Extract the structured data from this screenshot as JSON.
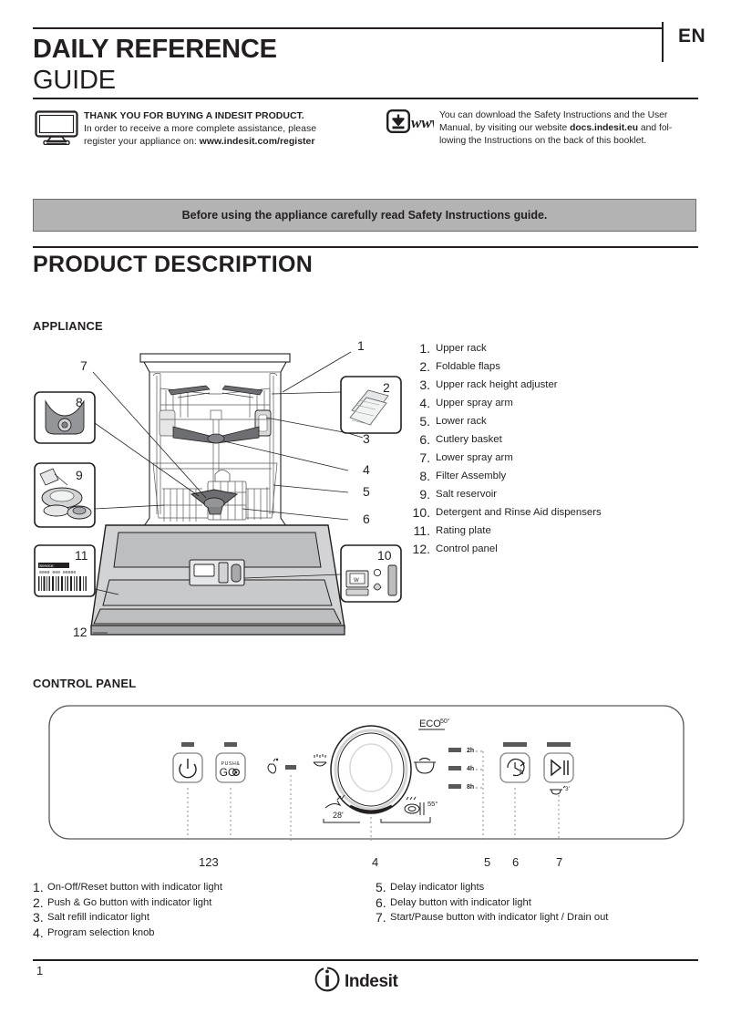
{
  "header": {
    "title_line1": "DAILY REFERENCE",
    "title_line2": "GUIDE",
    "language": "EN"
  },
  "thank_you": {
    "heading": "THANK YOU FOR BUYING A INDESIT PRODUCT.",
    "line1": "In order to receive a more complete assistance, please",
    "line2_prefix": "register your appliance on: ",
    "line2_link": "www.indesit.com/register",
    "icon": "monitor-icon"
  },
  "download": {
    "icon": "download-www-icon",
    "line1": "You can download the Safety Instructions and the User",
    "line2_prefix": "Manual, by visiting our website ",
    "line2_link": "docs.indesit.eu",
    "line2_suffix": " and fol-",
    "line3": "lowing the Instructions on the back of this booklet."
  },
  "safety_banner": {
    "text": "Before using the appliance carefully read Safety Instructions guide.",
    "bg_color": "#b3b3b3"
  },
  "product_description": {
    "heading": "PRODUCT  DESCRIPTION",
    "appliance_heading": "APPLIANCE",
    "control_panel_heading": "CONTROL PANEL"
  },
  "parts": [
    {
      "num": "1.",
      "label": "Upper rack"
    },
    {
      "num": "2.",
      "label": "Foldable flaps"
    },
    {
      "num": "3.",
      "label": "Upper rack height adjuster"
    },
    {
      "num": "4.",
      "label": "Upper spray arm"
    },
    {
      "num": "5.",
      "label": "Lower rack"
    },
    {
      "num": "6.",
      "label": "Cutlery basket"
    },
    {
      "num": "7.",
      "label": "Lower spray arm"
    },
    {
      "num": "8.",
      "label": "Filter Assembly"
    },
    {
      "num": "9.",
      "label": "Salt reservoir"
    },
    {
      "num": "10.",
      "label": "Detergent and Rinse Aid dispensers"
    },
    {
      "num": "11.",
      "label": "Rating plate"
    },
    {
      "num": "12.",
      "label": "Control panel"
    }
  ],
  "diagram": {
    "callouts": [
      "1",
      "2",
      "3",
      "4",
      "5",
      "6",
      "7",
      "8",
      "9",
      "10",
      "11",
      "12"
    ],
    "inset_labels": {
      "flaps": "2",
      "filter": "8",
      "salt": "9",
      "dispenser": "10",
      "rating_plate": "11"
    },
    "rating_plate_text": {
      "service": "Service:",
      "code": "0000 000 00000"
    }
  },
  "control_panel": {
    "buttons": {
      "power": "power-icon",
      "push_and_go_line1": "PUSH&",
      "push_and_go_line2": "GO",
      "delay": "delay-clock-icon",
      "start_pause": "start-pause-icon"
    },
    "programs": {
      "eco": "ECO",
      "eco_temp": "50°",
      "rapid": "28'",
      "intensive_temp": "55°"
    },
    "delay_options": [
      "2h",
      "4h",
      "8h"
    ],
    "drain_label": "3'",
    "marker_numbers_left": "123",
    "marker_number_knob": "4",
    "marker_numbers_right": [
      "5",
      "6",
      "7"
    ]
  },
  "control_panel_legend_left": [
    {
      "num": "1.",
      "label": "On-Off/Reset button with indicator light"
    },
    {
      "num": "2.",
      "label": "Push & Go button with indicator light"
    },
    {
      "num": "3.",
      "label": "Salt refill indicator light"
    },
    {
      "num": "4.",
      "label": "Program selection knob"
    }
  ],
  "control_panel_legend_right": [
    {
      "num": "5.",
      "label": "Delay indicator lights"
    },
    {
      "num": "6.",
      "label": "Delay button with indicator light"
    },
    {
      "num": "7.",
      "label": "Start/Pause button with indicator light / Drain out"
    }
  ],
  "footer": {
    "page_number": "1",
    "brand": "Indesit"
  }
}
